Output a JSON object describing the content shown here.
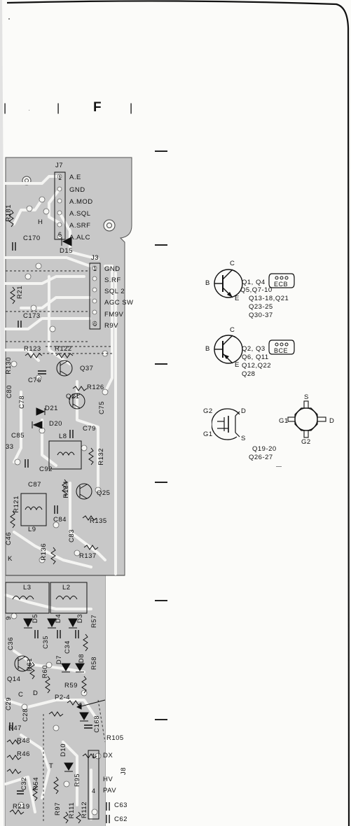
{
  "header": {
    "section_letter": "F"
  },
  "connectors": {
    "j7": {
      "ref": "J7",
      "pin_top": "1",
      "pin_bottom": "6",
      "pins": [
        "A.E",
        "GND",
        "A.MOD",
        "A.SQL",
        "A.SRF",
        "A.ALC"
      ]
    },
    "j3": {
      "ref": "J3",
      "pin_top": "1",
      "pin_bottom": "6",
      "pins": [
        "GND",
        "S.RF",
        "SQL 2",
        "AGC SW",
        "FM9V",
        "R9V"
      ]
    },
    "j8": {
      "ref": "J8",
      "pin_top": "1",
      "pin_bottom": "4",
      "pins": [
        "DX",
        "HV",
        "PAV"
      ]
    }
  },
  "board_labels": {
    "r181": "R181",
    "c170": "C170",
    "d15": "D15",
    "r21": "R21",
    "c173": "C173",
    "r123": "R123",
    "r122": "R122",
    "r130": "R130",
    "q37": "Q37",
    "r126": "R126",
    "c76": "C76",
    "c80": "C80",
    "c78": "C78",
    "q21": "Q21",
    "c75": "C75",
    "d21": "D21",
    "d20": "D20",
    "c79": "C79",
    "c85": "C85",
    "n33": "33",
    "l8": "L8",
    "r132": "R132",
    "c92": "C92",
    "c87": "C87",
    "r134": "R134",
    "q25": "Q25",
    "r121": "R121",
    "c84": "C84",
    "l9": "L9",
    "c83": "C83",
    "r135": "R135",
    "r136": "R136",
    "r137": "R137",
    "c46": "C46",
    "k": "K",
    "l3": "L3",
    "l2": "L2",
    "d5": "D5",
    "d4": "D4",
    "d3": "D3",
    "r57": "R57",
    "c36": "C36",
    "c35": "C35",
    "c34": "C34",
    "r61": "R61",
    "d7": "D7",
    "d8": "D8",
    "r58": "R58",
    "r60": "R60",
    "q14": "Q14",
    "r59": "R59",
    "c": "C",
    "d": "D",
    "t": "T",
    "p2_4": "P2-4",
    "c29": "C29",
    "c28": "C28",
    "c168": "C168",
    "d10": "D10",
    "r47": "R47",
    "r105": "R105",
    "r48": "R48",
    "r46": "R46",
    "c32": "C32",
    "r54": "R54",
    "r95": "R95",
    "r219": "R219",
    "r97": "R97",
    "r111": "R111",
    "r112": "R112",
    "c63": "C63",
    "c62": "C62",
    "h": "H",
    "n9": "9"
  },
  "legend": {
    "npn_group1": {
      "pin_b": "B",
      "pin_c": "C",
      "pin_e": "E",
      "pinout": "ECB",
      "lines": [
        "Q1, Q4",
        "Q5,Q7-10",
        "Q13-18,Q21",
        "Q23-25",
        "Q30-37"
      ]
    },
    "pnp_group2": {
      "pin_b": "B",
      "pin_c": "C",
      "pin_e": "E",
      "pinout": "BCE",
      "lines": [
        "Q2, Q3",
        "Q6, Q11",
        "Q12,Q22",
        "Q28"
      ]
    },
    "fet_group": {
      "pin_g2": "G2",
      "pin_g1": "G1",
      "pin_d": "D",
      "pin_s": "S",
      "lines": [
        "Q19-20",
        "Q26-27"
      ]
    }
  },
  "colors": {
    "board_fill": "#c8c8c8",
    "trace": "#f4f4f2",
    "ink": "#111111",
    "paper": "#fbfbf9"
  }
}
